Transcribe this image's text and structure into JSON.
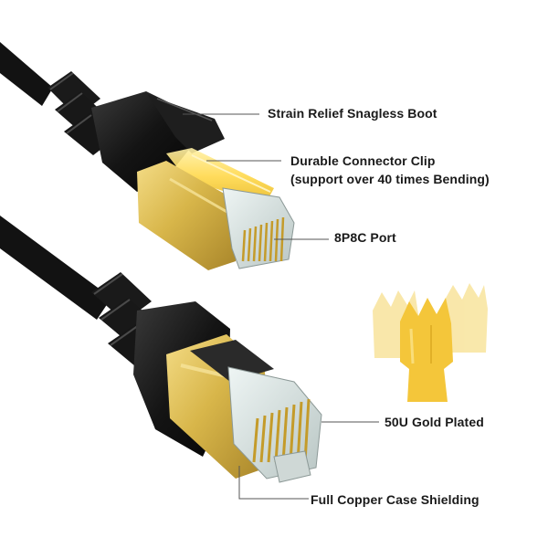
{
  "callouts": {
    "strain_relief": "Strain Relief Snagless Boot",
    "connector_clip_line1": "Durable Connector Clip",
    "connector_clip_line2": "(support over 40 times Bending)",
    "port": "8P8C Port",
    "gold_plated": "50U Gold Plated",
    "copper_shielding": "Full Copper Case Shielding"
  },
  "colors": {
    "cable": "#121212",
    "gold": "#d8b64a",
    "gold_light": "#f2d774",
    "clip_yellow": "#ffd84a",
    "label_text": "#1a1a1a",
    "leader_line": "#555555"
  }
}
